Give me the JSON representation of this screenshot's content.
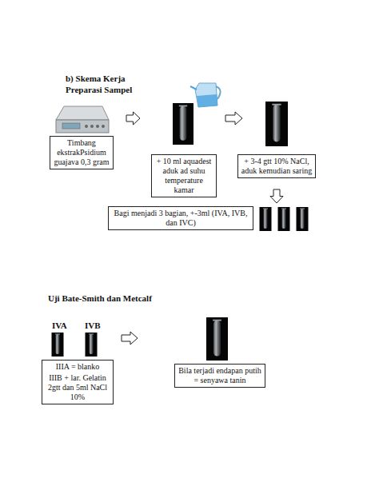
{
  "diagram": {
    "title": "b) Skema Kerja Preparasi Sampel",
    "nodes": [
      {
        "text": [
          "Timbang ekstrakPsidium guajava 0,3 gram"
        ]
      },
      {
        "text": [
          "+ 10 ml aquadest aduk ad suhu temperature kamar"
        ]
      },
      {
        "text": [
          "+ 3-4 gtt 10% NaCl, aduk kemudian saring"
        ]
      },
      {
        "text": [
          "Bagi menjadi 3 bagian, +-3ml (IVA, IVB, dan IVC)"
        ]
      },
      {
        "text": [
          "IIIA = blanko",
          "IIIB + lar. Gelatin 2gtt dan 5ml NaCl 10%"
        ]
      },
      {
        "text": [
          "Bila terjadi endapan putih = senyawa tanin"
        ]
      }
    ],
    "edges": [
      {
        "from": 0,
        "to": 1,
        "arrow": "to"
      },
      {
        "from": 1,
        "to": 2,
        "arrow": "to"
      },
      {
        "from": 2,
        "to": 3,
        "arrow": "to"
      },
      {
        "from": 4,
        "to": 5,
        "arrow": "to"
      }
    ],
    "labels": [
      "Uji Bate-Smith dan Metcalf",
      "IVA",
      "IVB"
    ]
  }
}
